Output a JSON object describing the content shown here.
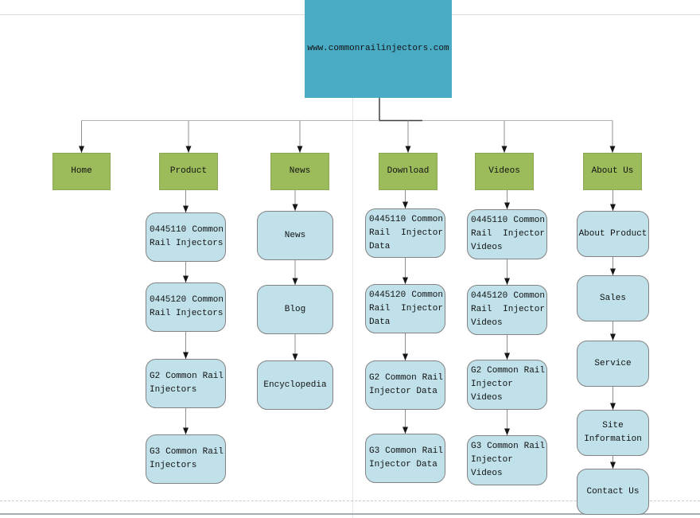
{
  "diagram": {
    "root": {
      "label": "www.commonrailinjectors.com"
    },
    "sections": [
      {
        "label": "Home",
        "children": []
      },
      {
        "label": "Product",
        "children": [
          "0445110 Common Rail Injectors",
          "0445120 Common Rail Injectors",
          "G2 Common Rail Injectors",
          "G3 Common Rail Injectors"
        ]
      },
      {
        "label": "News",
        "children": [
          "News",
          "Blog",
          "Encyclopedia"
        ]
      },
      {
        "label": "Download",
        "children": [
          "0445110 Common Rail Injector Data",
          "0445120 Common Rail Injector Data",
          "G2 Common Rail Injector Data",
          "G3 Common Rail Injector Data"
        ]
      },
      {
        "label": "Videos",
        "children": [
          "0445110 Common Rail Injector Videos",
          "0445120 Common Rail Injector Videos",
          "G2 Common Rail Injector Videos",
          "G3 Common Rail Injector Videos"
        ]
      },
      {
        "label": "About Us",
        "children": [
          "About Product",
          "Sales",
          "Service",
          "Site Information",
          "Contact Us"
        ]
      }
    ],
    "colors": {
      "root_fill": "#4AABC5",
      "section_fill": "#9CBB5B",
      "section_border": "#8CA653",
      "child_fill": "#C0E1EA",
      "child_border": "#828282",
      "connector_light": "#B5B5B5",
      "connector_dark": "#3F3F3F",
      "text": "#111111"
    }
  }
}
